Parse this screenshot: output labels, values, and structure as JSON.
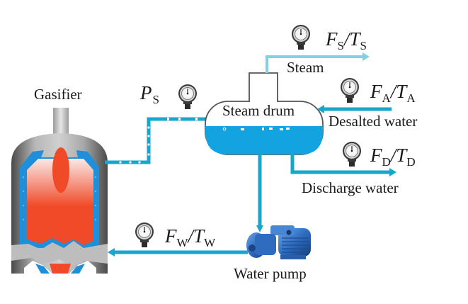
{
  "diagram": {
    "type": "process-flow",
    "components": {
      "gasifier": {
        "label": "Gasifier"
      },
      "steam_drum": {
        "label": "Steam drum"
      },
      "water_pump": {
        "label": "Water pump"
      }
    },
    "streams": {
      "steam": {
        "label": "Steam"
      },
      "desalted_water": {
        "label": "Desalted water"
      },
      "discharge_water": {
        "label": "Discharge water"
      }
    },
    "measurements": {
      "steam_pressure": {
        "var": "P",
        "sub": "S"
      },
      "steam_flow": {
        "var1": "F",
        "sub1": "S",
        "sep": "/",
        "var2": "T",
        "sub2": "S"
      },
      "desalted_flow": {
        "var1": "F",
        "sub1": "A",
        "sep": "/",
        "var2": "T",
        "sub2": "A"
      },
      "discharge_flow": {
        "var1": "F",
        "sub1": "D",
        "sep": "/",
        "var2": "T",
        "sub2": "D"
      },
      "feedwater_flow": {
        "var1": "F",
        "sub1": "W",
        "sep": "/",
        "var2": "T",
        "sub2": "W"
      }
    },
    "colors": {
      "water_pipe": "#1aa6cc",
      "steam_pipe": "#86cfe0",
      "drum_water": "#12a3e0",
      "fire": "#f04a28",
      "vessel_gray": "#8a8a8a",
      "pump_blue": "#2f6cc0"
    }
  }
}
